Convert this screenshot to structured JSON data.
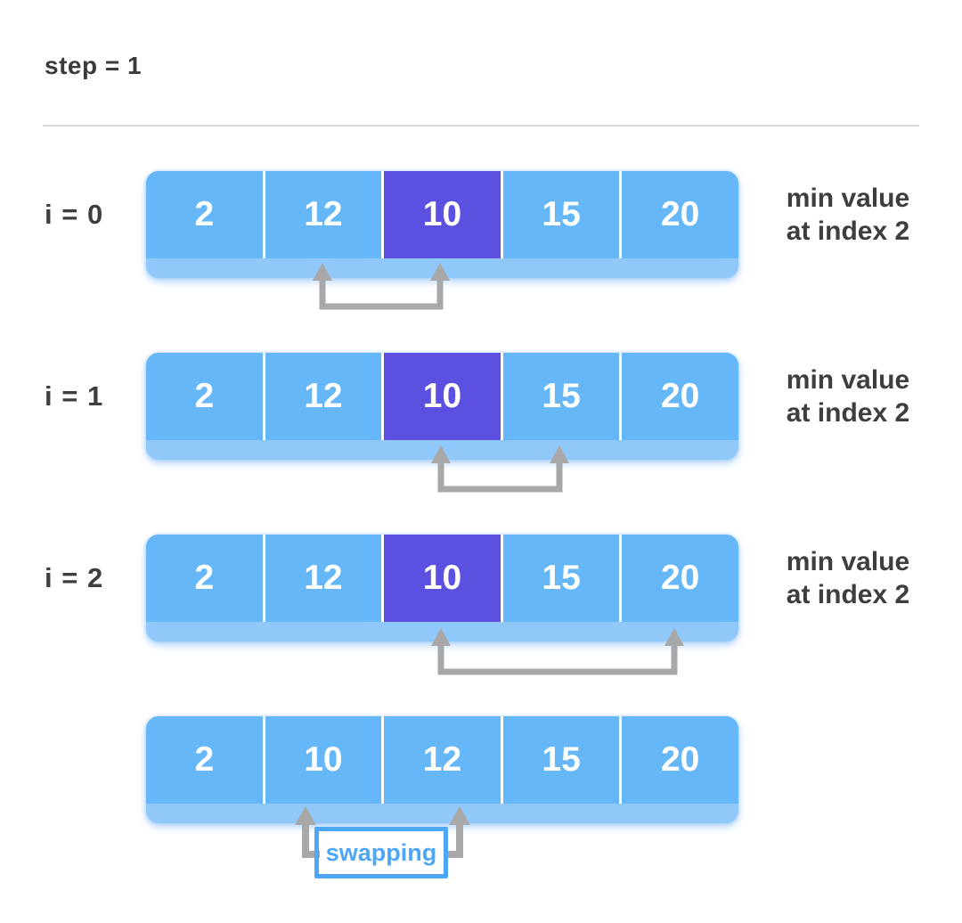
{
  "header": {
    "step_label": "step = 1"
  },
  "rows": [
    {
      "label": "i = 0",
      "cells": [
        "2",
        "12",
        "10",
        "15",
        "20"
      ],
      "highlight_index": 2,
      "caption": {
        "line1": "min value",
        "line2": "at index 2"
      },
      "compare": {
        "from_index": 1,
        "to_index": 2
      }
    },
    {
      "label": "i = 1",
      "cells": [
        "2",
        "12",
        "10",
        "15",
        "20"
      ],
      "highlight_index": 2,
      "caption": {
        "line1": "min value",
        "line2": "at index 2"
      },
      "compare": {
        "from_index": 2,
        "to_index": 3
      }
    },
    {
      "label": "i = 2",
      "cells": [
        "2",
        "12",
        "10",
        "15",
        "20"
      ],
      "highlight_index": 2,
      "caption": {
        "line1": "min value",
        "line2": "at index 2"
      },
      "compare": {
        "from_index": 2,
        "to_index": 4
      }
    },
    {
      "label": "",
      "cells": [
        "2",
        "10",
        "12",
        "15",
        "20"
      ],
      "highlight_index": -1,
      "swap_label": "swapping",
      "swap": {
        "from_index": 1,
        "to_index": 2
      }
    }
  ],
  "colors": {
    "cell_blue": "#66b7f7",
    "cell_base_blue": "#8fc8f9",
    "highlight_purple": "#5b50e0",
    "arrow_gray": "#a8a8a8",
    "text_dark": "#3e3e3e",
    "swap_blue": "#4ea6f6",
    "divider_gray": "#d9d9d9",
    "cell_text_white": "#ffffff"
  }
}
